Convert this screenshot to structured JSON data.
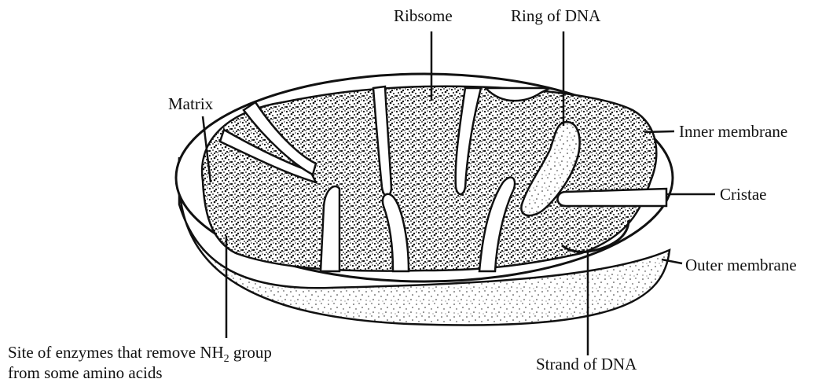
{
  "labels": {
    "ribosome": "Ribsome",
    "ring_dna": "Ring of DNA",
    "matrix": "Matrix",
    "inner_membrane": "Inner membrane",
    "cristae": "Cristae",
    "outer_membrane": "Outer membrane",
    "strand_dna": "Strand of DNA",
    "enzymes_line1_a": "Site of enzymes that remove NH",
    "enzymes_sub": "2",
    "enzymes_line1_b": " group",
    "enzymes_line2": "from some amino acids"
  }
}
